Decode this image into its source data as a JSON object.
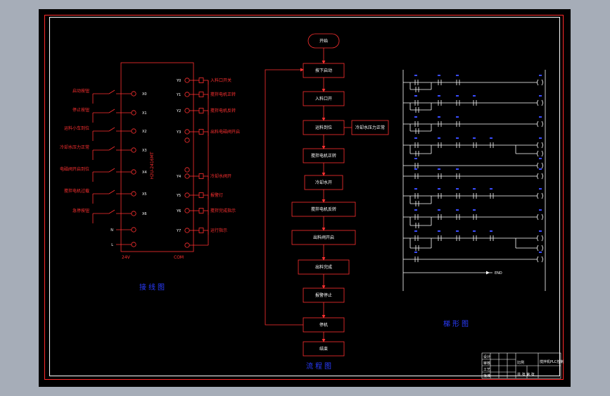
{
  "wiring": {
    "plc_model": "H2U-2416MT",
    "inputs": [
      "启动按钮",
      "停止按钮",
      "运料小车到位",
      "冷却水压力正常",
      "电磁阀开启到位",
      "搅拌电机过载",
      "急停按钮"
    ],
    "input_terminals": [
      "X0",
      "X1",
      "X2",
      "X3",
      "X4",
      "X5",
      "X6"
    ],
    "outputs": [
      "入料口开关",
      "搅拌电机正转",
      "搅拌电机反转",
      "出料电磁阀开启",
      "冷却水阀开",
      "报警灯",
      "搅拌完成指示",
      "运行指示"
    ],
    "output_terminals": [
      "Y0",
      "Y1",
      "Y2",
      "Y3",
      "Y4",
      "Y5",
      "Y6",
      "Y7"
    ],
    "power": [
      "N",
      "L"
    ],
    "bottom_left": "24V",
    "bottom_right": "COM",
    "caption": "接线图"
  },
  "flow": {
    "start": "开始",
    "steps": [
      "按下启动",
      "入料口开",
      "运料到位",
      "搅拌电机正转",
      "冷却水开",
      "搅拌电机反转",
      "出料阀开启",
      "出料完成",
      "报警停止",
      "停机",
      "结束"
    ],
    "side_box": "冷却水压力正常",
    "caption": "流程图"
  },
  "ladder": {
    "caption": "梯形图",
    "end_label": "END"
  },
  "title_block": {
    "name": "搅拌机PLC控制",
    "rows": [
      "设计",
      "审核",
      "工艺",
      "批准"
    ],
    "scale": "比例",
    "sheet": "共 张 第 张"
  }
}
